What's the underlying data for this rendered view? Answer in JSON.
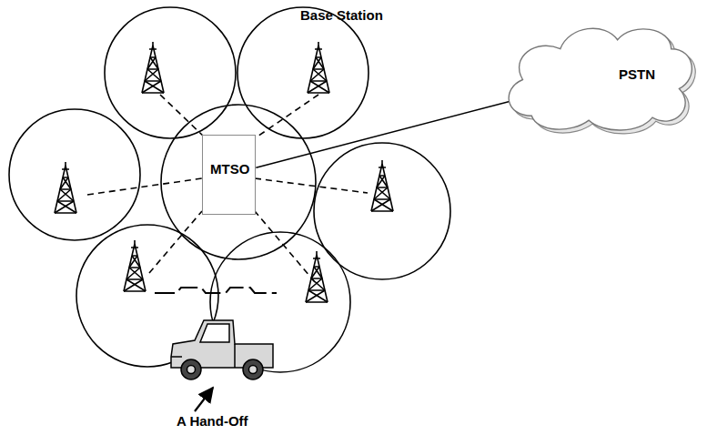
{
  "diagram": {
    "nodes": [
      {
        "text": [
          "MTSO"
        ]
      },
      {
        "text": [
          "PSTN"
        ]
      }
    ],
    "edges": [
      {
        "from": 0,
        "to": 1,
        "arrow": "none"
      }
    ],
    "labels": [
      "Base Station",
      "A Hand-Off"
    ]
  }
}
